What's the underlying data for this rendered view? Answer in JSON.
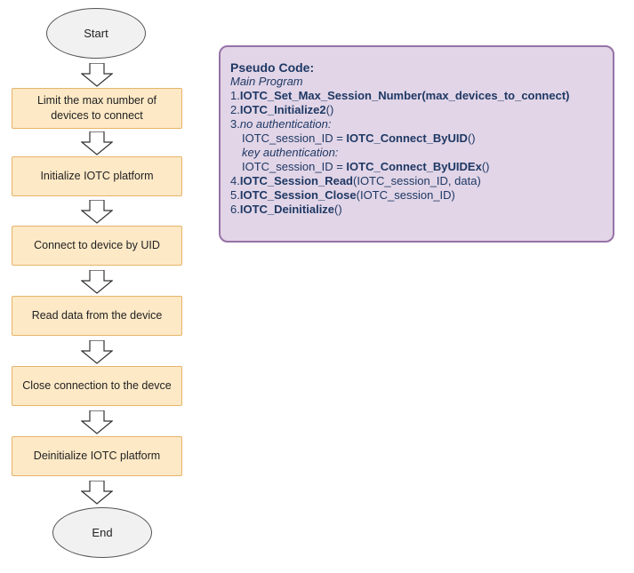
{
  "flowchart": {
    "start_label": "Start",
    "end_label": "End",
    "steps": [
      "Limit the max number of devices to connect",
      "Initialize IOTC platform",
      "Connect to device by UID",
      "Read data from the device",
      "Close connection to the devce",
      "Deinitialize IOTC platform"
    ]
  },
  "pseudocode": {
    "title": "Pseudo Code:",
    "subtitle": "Main Program",
    "lines": [
      {
        "num": "1.",
        "fn": "IOTC_Set_Max_Session_Number",
        "args": "(max_devices_to_connect)",
        "args_bold": true
      },
      {
        "num": "2.",
        "fn": "IOTC_Initialize2",
        "args": "()"
      },
      {
        "num": "3.",
        "note": "no authentication:"
      },
      {
        "prefix": "IOTC_session_ID = ",
        "fn": "IOTC_Connect_ByUID",
        "args": "()",
        "indent": true
      },
      {
        "note": "key authentication:",
        "indent": true
      },
      {
        "prefix": "IOTC_session_ID = ",
        "fn": "IOTC_Connect_ByUIDEx",
        "args": "()",
        "indent": true
      },
      {
        "num": "4.",
        "fn": "IOTC_Session_Read",
        "args": "(IOTC_session_ID, data)"
      },
      {
        "num": "5.",
        "fn": "IOTC_Session_Close",
        "args": "(IOTC_session_ID)"
      },
      {
        "num": "6.",
        "fn": "IOTC_Deinitialize",
        "args": "()"
      }
    ]
  }
}
